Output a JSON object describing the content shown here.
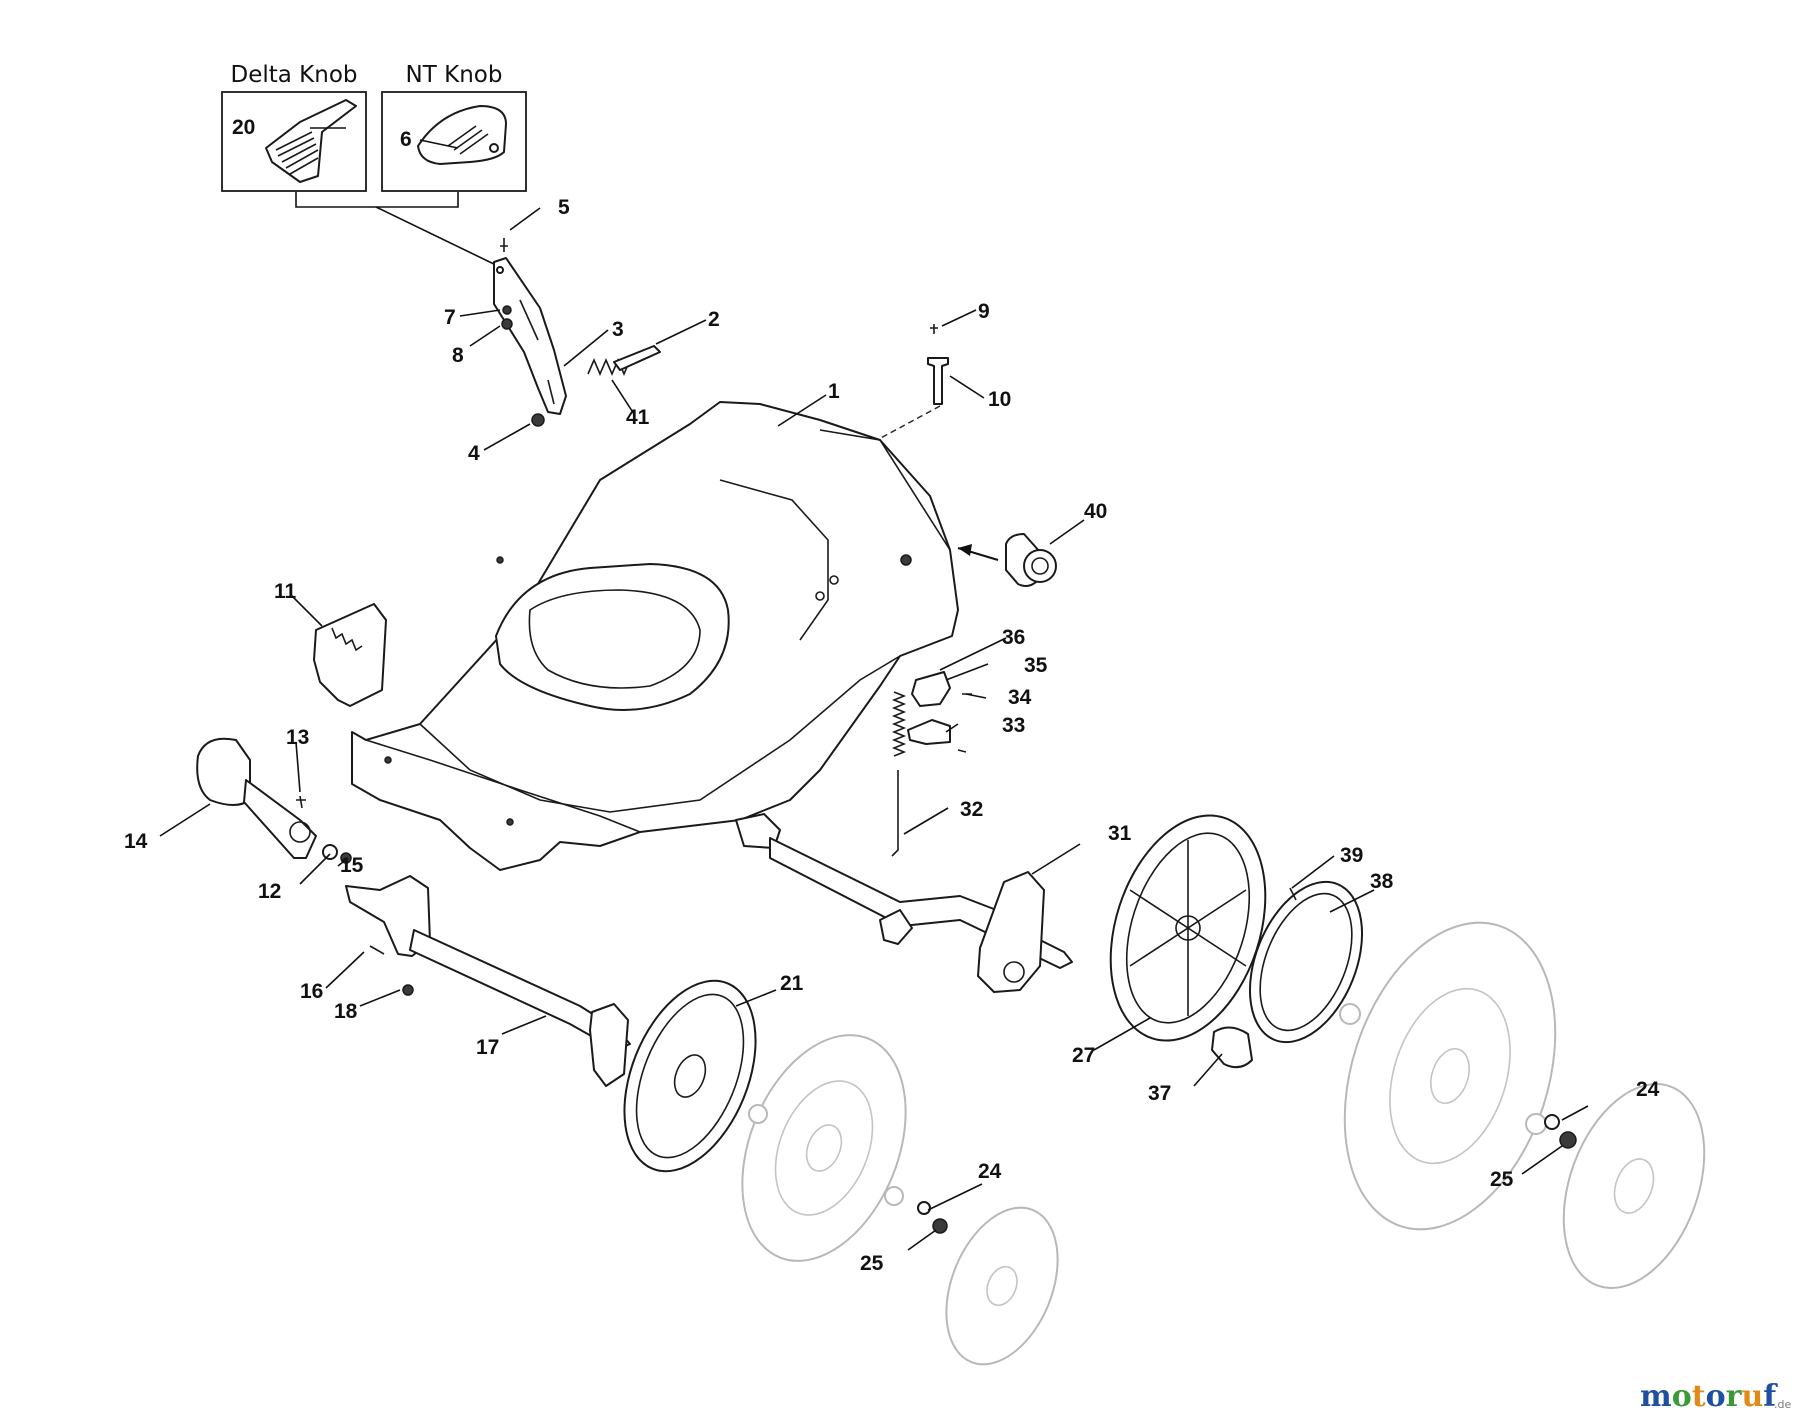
{
  "inset_labels": {
    "left": "Delta Knob",
    "right": "NT Knob"
  },
  "callouts": [
    "1",
    "2",
    "3",
    "4",
    "5",
    "6",
    "7",
    "8",
    "9",
    "10",
    "11",
    "12",
    "13",
    "14",
    "15",
    "16",
    "17",
    "18",
    "20",
    "21",
    "24",
    "24",
    "25",
    "25",
    "27",
    "31",
    "32",
    "33",
    "34",
    "35",
    "36",
    "37",
    "38",
    "39",
    "40",
    "41"
  ],
  "logo": {
    "text": "motoruf",
    "suffix": ".de"
  },
  "colors": {
    "line": "#1a1a1a",
    "ghost": "#b8b8b8",
    "logo_blue": "#1f4fa0",
    "logo_green": "#3a9a3a",
    "logo_orange": "#e08a1a"
  }
}
